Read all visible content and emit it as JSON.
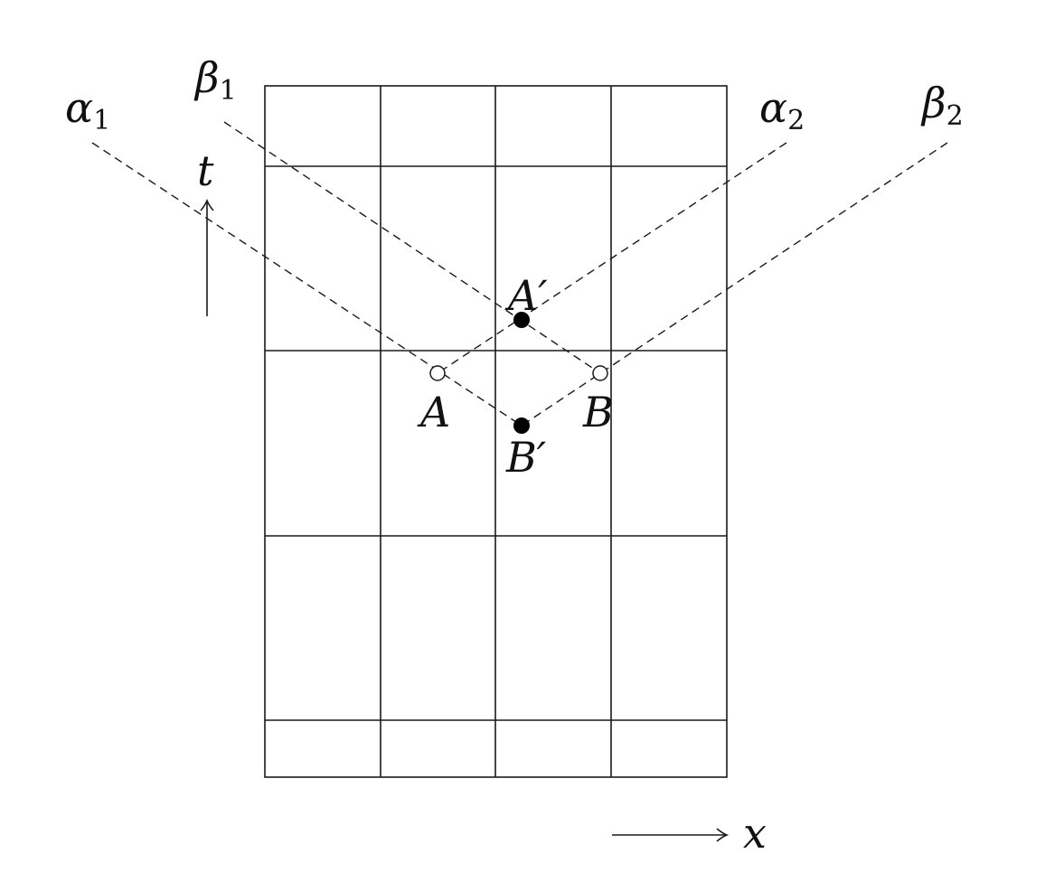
{
  "colors": {
    "ink": "#1a1a1a",
    "background": "#ffffff"
  },
  "labels": {
    "alpha1": {
      "symbol": "α",
      "sub": "1"
    },
    "beta1": {
      "symbol": "β",
      "sub": "1"
    },
    "alpha2": {
      "symbol": "α",
      "sub": "2"
    },
    "beta2": {
      "symbol": "β",
      "sub": "2"
    },
    "t_axis": "t",
    "x_axis": "x",
    "point_A": "A",
    "point_B": "B",
    "point_A_prime": "A′",
    "point_B_prime": "B′"
  },
  "grid": {
    "columns": 4,
    "rows": 5
  },
  "points": {
    "A": {
      "style": "open"
    },
    "B": {
      "style": "open"
    },
    "A_prime": {
      "style": "filled"
    },
    "B_prime": {
      "style": "filled"
    }
  }
}
